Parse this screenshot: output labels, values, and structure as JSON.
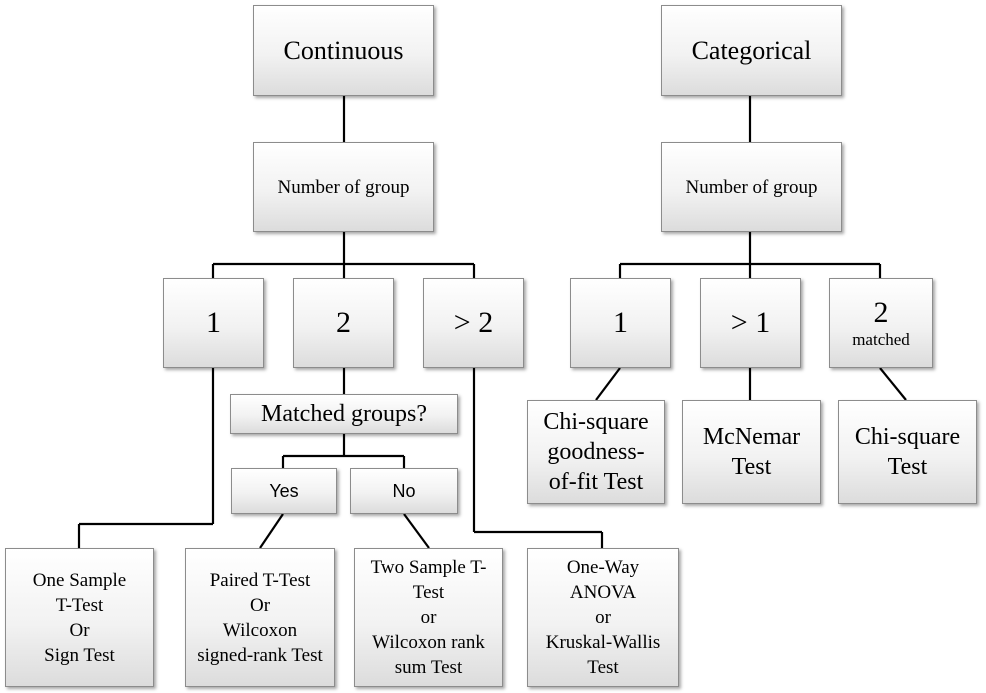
{
  "continuous": {
    "root": "Continuous",
    "group_question": "Number of group",
    "groups": [
      "1",
      "2",
      "> 2"
    ],
    "matched_question": "Matched groups?",
    "matched_yes": "Yes",
    "matched_no": "No",
    "results": {
      "one_sample": "One Sample\nT-Test\nOr\nSign Test",
      "paired": "Paired T-Test\nOr\nWilcoxon\nsigned-rank Test",
      "two_sample": "Two Sample T-\nTest\nor\nWilcoxon rank\nsum Test",
      "anova": "One-Way\nANOVA\nor\nKruskal-Wallis\nTest"
    }
  },
  "categorical": {
    "root": "Categorical",
    "group_question": "Number of group",
    "group_one": "1",
    "group_many": "> 1",
    "group_matched_num": "2",
    "group_matched_label": "matched",
    "results": {
      "goodness": "Chi-square\ngoodness-\nof-fit Test",
      "mcnemar": "McNemar\nTest",
      "chisq": "Chi-square\nTest"
    }
  }
}
